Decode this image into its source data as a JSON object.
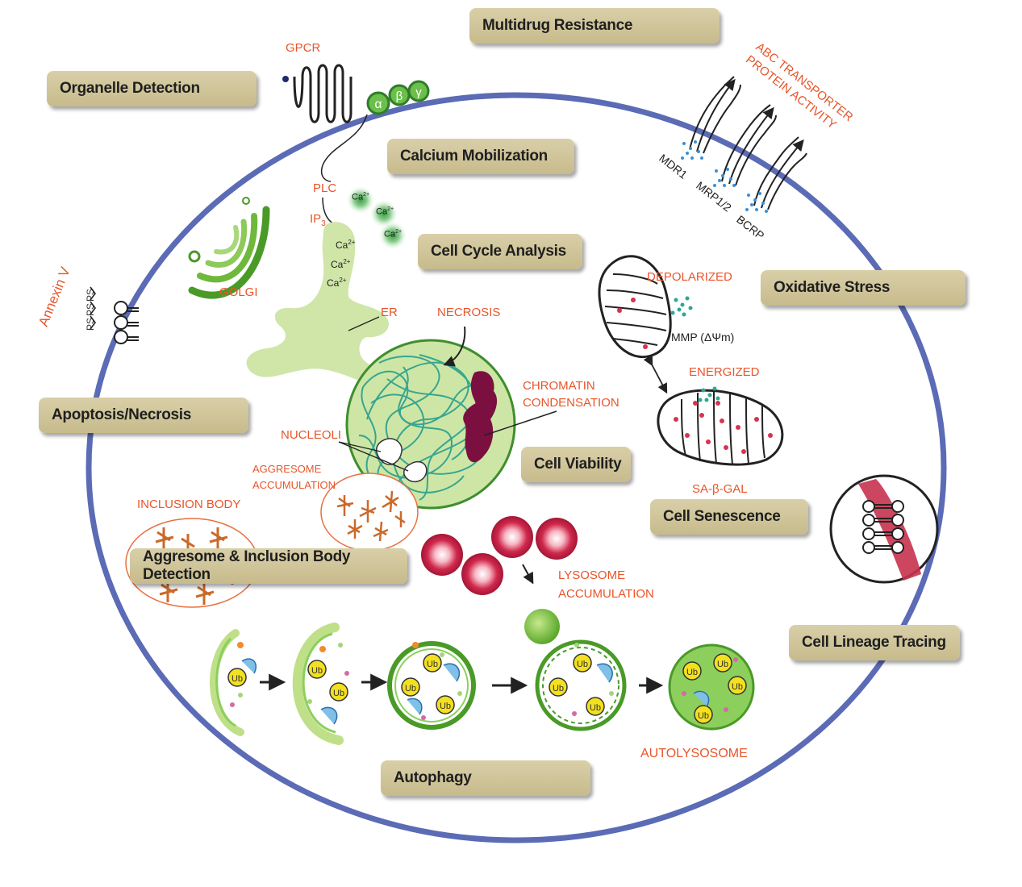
{
  "categories": {
    "multidrug": "Multidrug Resistance",
    "organelle": "Organelle Detection",
    "calcium": "Calcium Mobilization",
    "cellcycle": "Cell Cycle Analysis",
    "oxidative": "Oxidative Stress",
    "apoptosis": "Apoptosis/Necrosis",
    "viability": "Cell Viability",
    "senescence": "Cell Senescence",
    "aggresome": "Aggresome & Inclusion Body Detection",
    "lineage": "Cell Lineage Tracing",
    "autophagy": "Autophagy"
  },
  "labels": {
    "gpcr": "GPCR",
    "alpha": "α",
    "beta": "β",
    "gamma": "γ",
    "plc": "PLC",
    "ip3": "IP",
    "ip3_sub": "3",
    "ca": "Ca",
    "ca_sup": "2+",
    "golgi": "GOLGI",
    "er": "ER",
    "necrosis": "NECROSIS",
    "chromatin_1": "CHROMATIN",
    "chromatin_2": "CONDENSATION",
    "nucleoli": "NUCLEOLI",
    "aggresome_accum_1": "AGGRESOME",
    "aggresome_accum_2": "ACCUMULATION",
    "inclusion_body": "INCLUSION BODY",
    "annexin": "Annexin V",
    "ps": "PS",
    "abc_1": "ABC TRANSPORTER",
    "abc_2": "PROTEIN ACTIVITY",
    "mdr1": "MDR1",
    "mrp": "MRP1/2",
    "bcrp": "BCRP",
    "depolarized": "DEPOLARIZED",
    "mmp": "MMP (ΔΨm)",
    "energized": "ENERGIZED",
    "sa_gal": "SA-β-GAL",
    "lysosome_1": "LYSOSOME",
    "lysosome_2": "ACCUMULATION",
    "autolysosome": "AUTOLYSOSOME",
    "ub": "Ub"
  },
  "colors": {
    "membrane": "#5b6bb5",
    "accent_text": "#e8552a",
    "box": "#cfc398",
    "nucleus_fill": "#cde6a6",
    "chromatin_dark": "#7b1040",
    "lysosome": "#c8244a",
    "mito_dot": "#d6334e",
    "teal": "#2aa896",
    "green": "#5aa82b"
  }
}
